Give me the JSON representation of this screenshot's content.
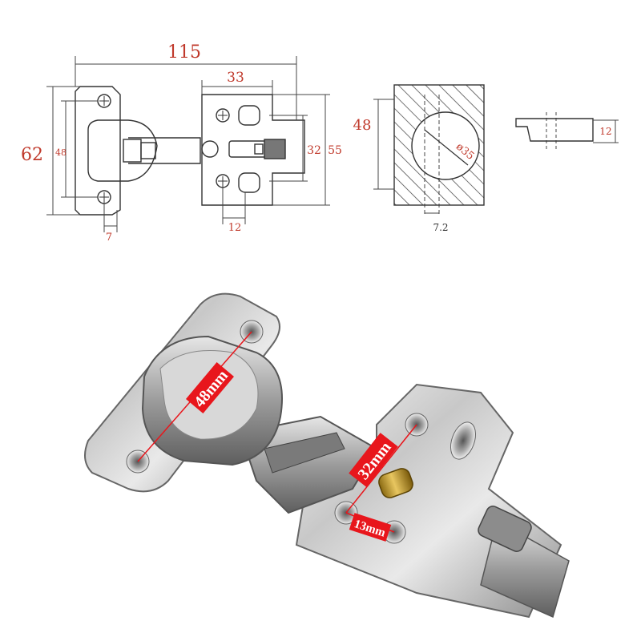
{
  "drawing": {
    "overall_width": "115",
    "overall_height": "62",
    "inner_height": "48",
    "plate_width": "33",
    "plate_inner_height": "32",
    "plate_height": "55",
    "screw_spacing": "12",
    "arm_offset": "7"
  },
  "cup_section": {
    "depth_label": "48",
    "diameter_label": "ø35",
    "edge_distance": "7.2"
  },
  "cup_side": {
    "height": "12"
  },
  "photo": {
    "label_cup_holes": "48mm",
    "label_plate_holes": "32mm",
    "label_plate_width": "13mm"
  },
  "colors": {
    "dimension_text": "#c0392b",
    "line": "#333333",
    "photo_label_bg": "#e8161c",
    "photo_label_text": "#ffffff"
  }
}
